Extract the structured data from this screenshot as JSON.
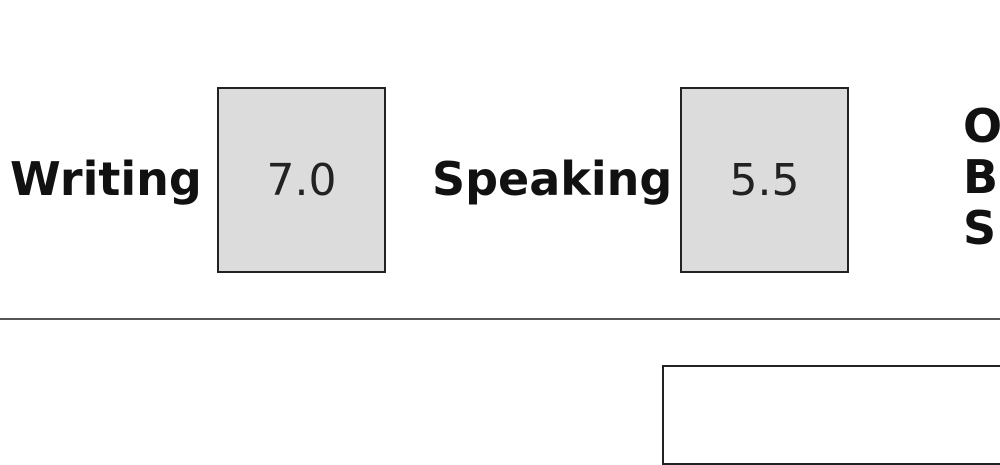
{
  "scores": {
    "writing": {
      "label": "Writing",
      "value": "7.0"
    },
    "speaking": {
      "label": "Speaking",
      "value": "5.5"
    }
  },
  "overall": {
    "line1": "O",
    "line2": "B",
    "line3": "S"
  }
}
